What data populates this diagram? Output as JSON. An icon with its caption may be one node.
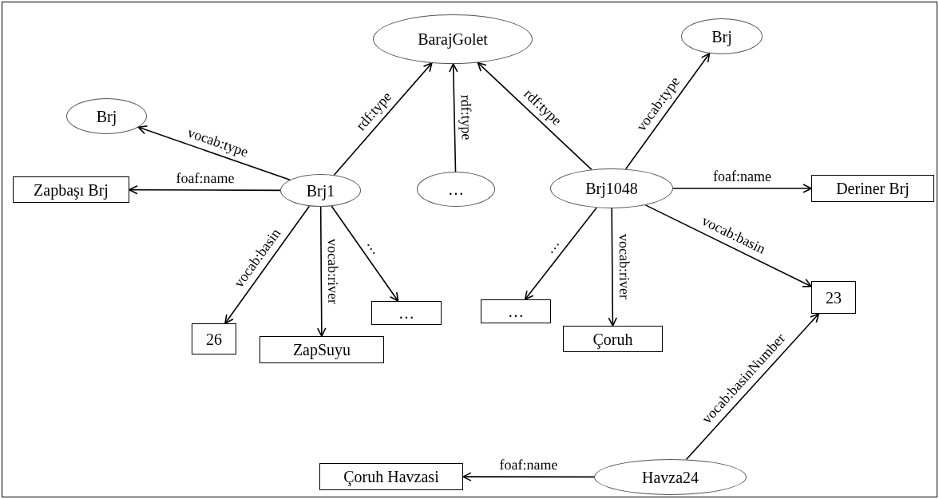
{
  "diagram": {
    "nodes": [
      {
        "text": [
          "BarajGolet"
        ]
      },
      {
        "text": [
          "Brj"
        ]
      },
      {
        "text": [
          "Zapbaşı Brj"
        ]
      },
      {
        "text": [
          "Brj1"
        ]
      },
      {
        "text": [
          "…"
        ]
      },
      {
        "text": [
          "Brj"
        ]
      },
      {
        "text": [
          "Brj1048"
        ]
      },
      {
        "text": [
          "Deriner Brj"
        ]
      },
      {
        "text": [
          "26"
        ]
      },
      {
        "text": [
          "ZapSuyu"
        ]
      },
      {
        "text": [
          "…"
        ]
      },
      {
        "text": [
          "…"
        ]
      },
      {
        "text": [
          "Çoruh"
        ]
      },
      {
        "text": [
          "23"
        ]
      },
      {
        "text": [
          "Havza24"
        ]
      },
      {
        "text": [
          "Çoruh Havzasi"
        ]
      }
    ],
    "edges": [
      {
        "from": 3,
        "to": 1,
        "arrow": "to",
        "label": "vocab:type"
      },
      {
        "from": 3,
        "to": 2,
        "arrow": "to",
        "label": "foaf:name"
      },
      {
        "from": 3,
        "to": 0,
        "arrow": "to",
        "label": "rdf:type"
      },
      {
        "from": 4,
        "to": 0,
        "arrow": "to",
        "label": "rdf:type"
      },
      {
        "from": 6,
        "to": 0,
        "arrow": "to",
        "label": "rdf:type"
      },
      {
        "from": 6,
        "to": 5,
        "arrow": "to",
        "label": "vocab:type"
      },
      {
        "from": 6,
        "to": 7,
        "arrow": "to",
        "label": "foaf:name"
      },
      {
        "from": 3,
        "to": 8,
        "arrow": "to",
        "label": "vocab:basin"
      },
      {
        "from": 3,
        "to": 9,
        "arrow": "to",
        "label": "vocab:river"
      },
      {
        "from": 3,
        "to": 10,
        "arrow": "to",
        "label": "…"
      },
      {
        "from": 6,
        "to": 11,
        "arrow": "to",
        "label": "…"
      },
      {
        "from": 6,
        "to": 12,
        "arrow": "to",
        "label": "vocab:river"
      },
      {
        "from": 6,
        "to": 13,
        "arrow": "to",
        "label": "vocab:basin"
      },
      {
        "from": 14,
        "to": 13,
        "arrow": "to",
        "label": "vocab:basinNumber"
      },
      {
        "from": 14,
        "to": 15,
        "arrow": "to",
        "label": "foaf:name"
      }
    ]
  }
}
